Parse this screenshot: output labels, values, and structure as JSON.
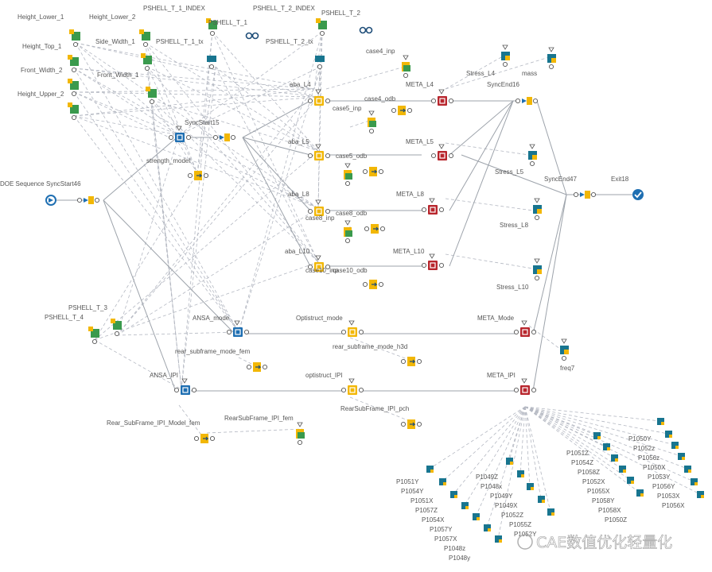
{
  "diagram": {
    "start_node": "DOE Sequence",
    "sync_start": "SyncStart46",
    "sync_end": "SyncEnd47",
    "exit": "Exit18",
    "param_labels": [
      "Height_Lower_1",
      "Height_Lower_2",
      "PSHELL_T_1_INDEX",
      "PSHELL_T_2_INDEX",
      "PSHELL_T_1",
      "PSHELL_T_2",
      "Height_Top_1",
      "Side_Width_1",
      "PSHELL_T_1_tx",
      "PSHELL_T_2_tx",
      "Front_Width_2",
      "Front_Width_1",
      "Height_Upper_2",
      "PSHELL_T_3",
      "PSHELL_T_4"
    ],
    "flow_labels": [
      "case4_inp",
      "aba_L4",
      "case4_odb",
      "META_L4",
      "Stress_L4",
      "mass",
      "SyncEnd16",
      "SyncStart15",
      "case5_inp",
      "strength_model",
      "aba_L5",
      "case5_odb",
      "META_L5",
      "Stress_L5",
      "aba_L8",
      "case8_inp",
      "case8_odb",
      "META_L8",
      "Stress_L8",
      "aba_L10",
      "case10_inp",
      "case10_odb",
      "META_L10",
      "Stress_L10",
      "ANSA_mode",
      "Optistruct_mode",
      "META_Mode",
      "rear_subframe_mode_fem",
      "rear_subframe_mode_h3d",
      "freq7",
      "ANSA_IPI",
      "optistruct_IPI",
      "META_IPI",
      "RearSubFrame_IPI_pch",
      "RearSubFrame_IPI_fem",
      "Rear_SubFrame_IPI_Model_fem"
    ],
    "response_group_1": [
      "P1051Y",
      "P1054Y",
      "P1051X",
      "P1057Z",
      "P1054X",
      "P1057Y",
      "P1057X",
      "P1048z",
      "P1048y"
    ],
    "response_group_2": [
      "P1049Z",
      "P1048x",
      "P1049Y",
      "P1049X",
      "P1052Z",
      "P1055Z",
      "P1052Y"
    ],
    "response_group_3": [
      "P1051Z",
      "P1054Z",
      "P1058Z",
      "P1052X",
      "P1055X",
      "P1058Y",
      "P1058X",
      "P1050Z"
    ],
    "response_group_4": [
      "P1050Y",
      "P1052z",
      "P1056z",
      "P1050X",
      "P1053Y",
      "P1056Y",
      "P1053X",
      "P1056X"
    ]
  },
  "watermark": "CAE数值优化轻量化",
  "colors": {
    "blue": "#1f6fb2",
    "red": "#b8262d",
    "green": "#3a9a4d",
    "yellow": "#f2b705",
    "teal": "#18758f",
    "edge": "#9da3ab",
    "dashed": "#b4b8c2",
    "check": "#1f6fb2"
  }
}
